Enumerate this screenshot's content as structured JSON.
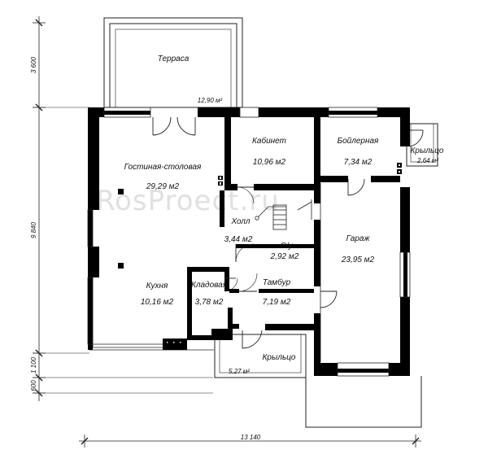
{
  "watermark": "RosProect.ru",
  "rooms": {
    "terrace": {
      "name": "Терраса",
      "area": "12,90 м²"
    },
    "living": {
      "name": "Гостиная-столовая",
      "area": "29,29 м2"
    },
    "cabinet": {
      "name": "Кабинет",
      "area": "10,96 м2"
    },
    "boiler": {
      "name": "Бойлерная",
      "area": "7,34 м2"
    },
    "porch_side": {
      "name": "Крыльцо",
      "area": "2,64 м²"
    },
    "hall": {
      "name": "Холл",
      "area": "3,44 м2"
    },
    "wc": {
      "name": "С/у",
      "area": "2,92 м2"
    },
    "garage": {
      "name": "Гараж",
      "area": "23,95 м2"
    },
    "kitchen": {
      "name": "Кухня",
      "area": "10,16 м2"
    },
    "pantry": {
      "name": "Кладовая",
      "area": "3,78 м2"
    },
    "vestibule": {
      "name": "Тамбур",
      "area": "7,19 м2"
    },
    "porch_front": {
      "name": "Крыльцо",
      "area": "5,27 м²"
    }
  },
  "dimensions": {
    "left_top": "3 600",
    "left_main": "9 840",
    "left_porch": "1 100",
    "left_bottom": "600",
    "bottom_total": "13 140"
  }
}
